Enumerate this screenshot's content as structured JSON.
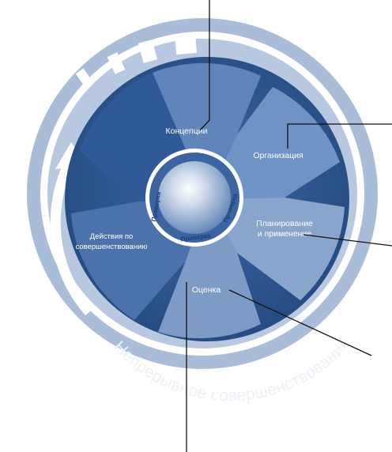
{
  "diagram": {
    "center_labels": [
      "Проверка",
      "Проверка",
      "Проверка"
    ],
    "segments": [
      {
        "id": "concept",
        "label_lines": [
          "Концепции"
        ]
      },
      {
        "id": "organization",
        "label_lines": [
          "Организация"
        ]
      },
      {
        "id": "planning",
        "label_lines": [
          "Планирование",
          "и применение"
        ]
      },
      {
        "id": "evaluation",
        "label_lines": [
          "Оценка"
        ]
      },
      {
        "id": "improvement",
        "label_lines": [
          "Действия по",
          "совершенствованию"
        ]
      }
    ],
    "ring_text": "Непрерывное совершенствование",
    "colors": {
      "dark": "#2c5491",
      "mid": "#4d74aa",
      "light": "#8aa5cb",
      "ring": "#a9bcd8",
      "leader": "#111111"
    }
  }
}
